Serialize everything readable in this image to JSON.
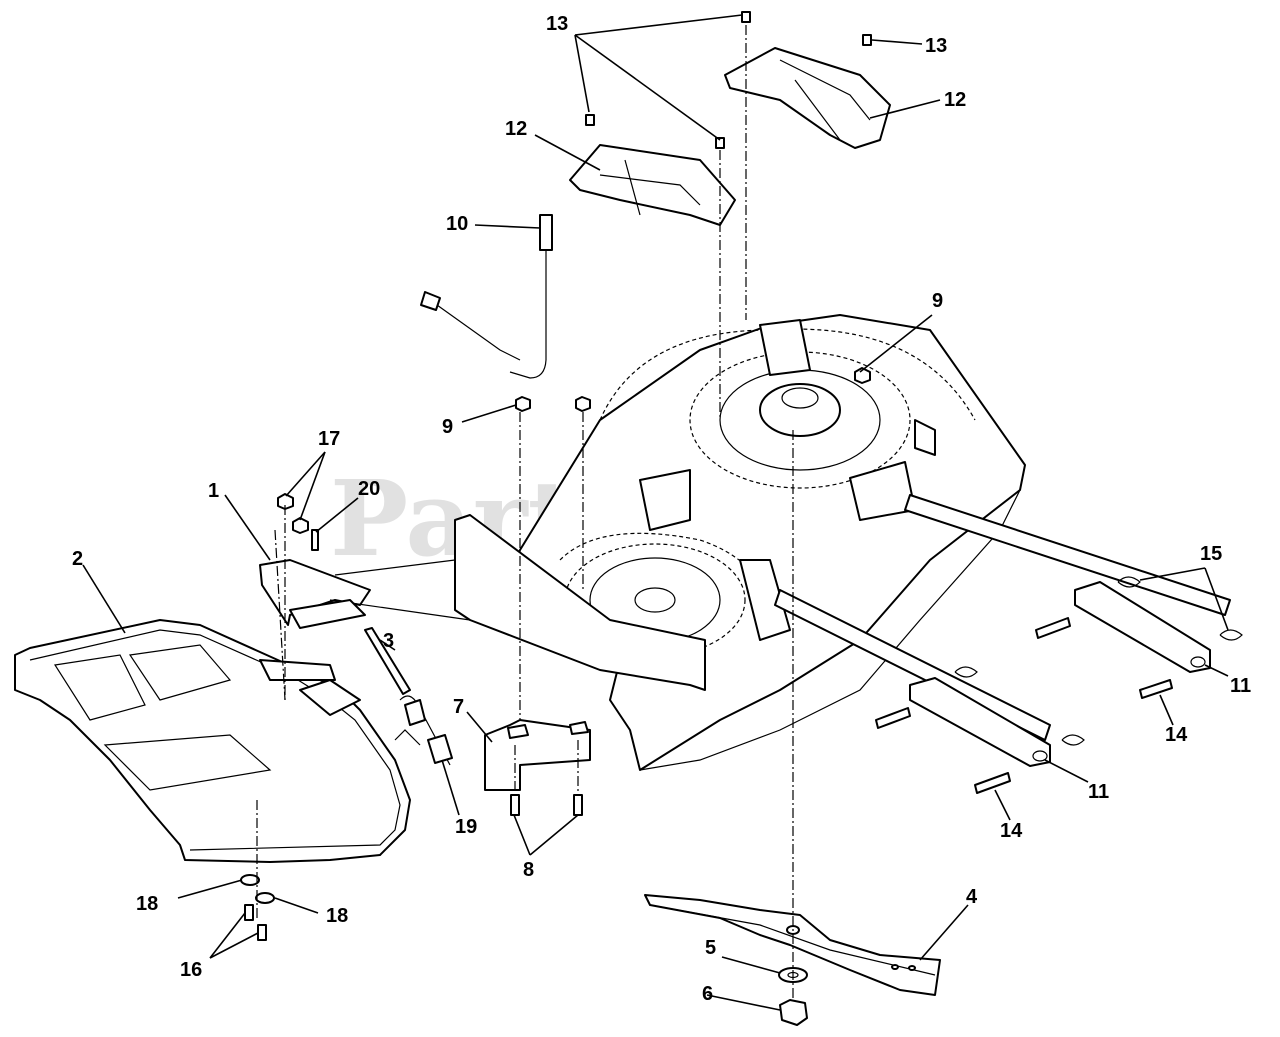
{
  "watermark": {
    "text": "PartsTree",
    "mark": "™"
  },
  "callouts": {
    "c1": "1",
    "c2": "2",
    "c3": "3",
    "c4": "4",
    "c5": "5",
    "c6": "6",
    "c7": "7",
    "c8": "8",
    "c9a": "9",
    "c9b": "9",
    "c10": "10",
    "c11a": "11",
    "c11b": "11",
    "c12a": "12",
    "c12b": "12",
    "c13a": "13",
    "c13b": "13",
    "c14a": "14",
    "c14b": "14",
    "c15": "15",
    "c16": "16",
    "c17": "17",
    "c18a": "18",
    "c18b": "18",
    "c19": "19",
    "c20": "20"
  }
}
